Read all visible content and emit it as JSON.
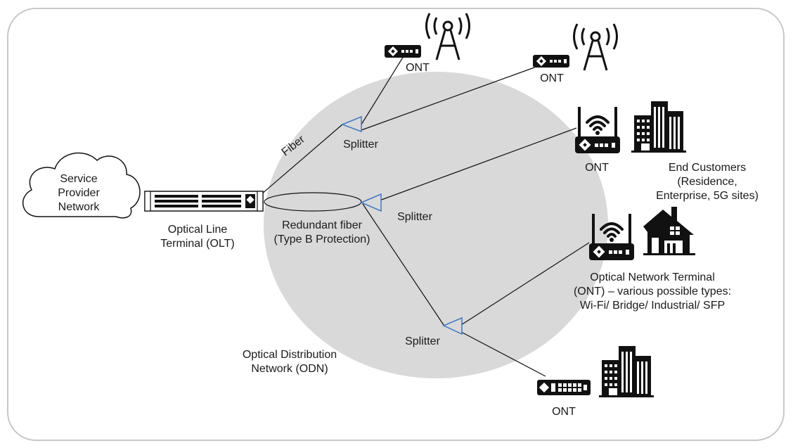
{
  "colors": {
    "frame_stroke": "#c8c8c8",
    "odn_fill": "#d9d9d9",
    "splitter_stroke": "#3a78c8",
    "device_fill": "#111111",
    "line": "#111111"
  },
  "cloud": {
    "line1": "Service",
    "line2": "Provider",
    "line3": "Network"
  },
  "olt": {
    "line1": "Optical Line",
    "line2": "Terminal (OLT)"
  },
  "fiber_label": "Fiber",
  "redundant": {
    "line1": "Redundant fiber",
    "line2": "(Type B Protection)"
  },
  "odn": {
    "line1": "Optical Distribution",
    "line2": "Network (ODN)"
  },
  "splitters": {
    "top": "Splitter",
    "middle": "Splitter",
    "bottom": "Splitter"
  },
  "onts": {
    "top_left": "ONT",
    "top_right": "ONT",
    "wifi_upper": "ONT",
    "bottom": "ONT"
  },
  "end_customers": {
    "line1": "End Customers",
    "line2": "(Residence,",
    "line3": "Enterprise, 5G sites)"
  },
  "ont_types": {
    "line1": "Optical Network Terminal",
    "line2": "(ONT) – various possible types:",
    "line3": "Wi-Fi/ Bridge/ Industrial/ SFP"
  },
  "icons": [
    "cloud-icon",
    "olt-rack-icon",
    "splitter-icon",
    "ont-icon",
    "wifi-router-icon",
    "cell-tower-icon",
    "office-building-icon",
    "house-icon"
  ]
}
